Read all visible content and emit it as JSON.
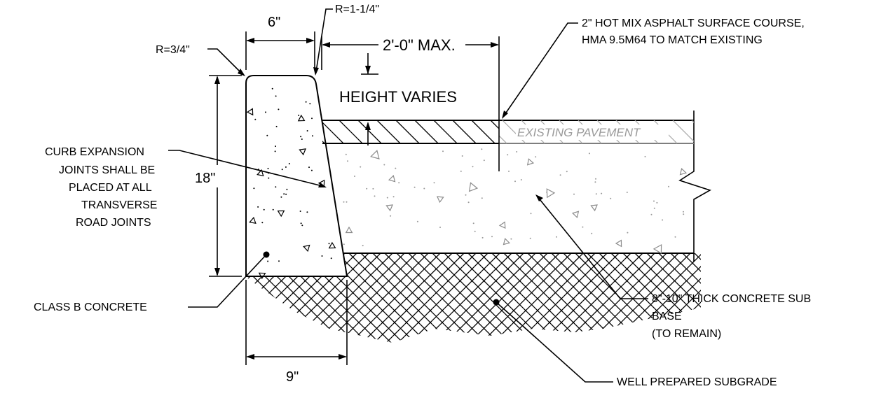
{
  "labels": {
    "top_width": "6\"",
    "radius_left": "R=3/4\"",
    "radius_right": "R=1-1/4\"",
    "max_offset": "2'-0\" MAX.",
    "height_varies": "HEIGHT VARIES",
    "curb_height": "18\"",
    "base_width": "9\"",
    "asphalt_line1": "2\" HOT MIX ASPHALT SURFACE COURSE,",
    "asphalt_line2": "HMA 9.5M64 TO MATCH EXISTING",
    "existing_pavement": "EXISTING PAVEMENT",
    "joints_line1": "CURB EXPANSION",
    "joints_line2": "JOINTS SHALL BE",
    "joints_line3": "PLACED AT ALL",
    "joints_line4": "TRANSVERSE",
    "joints_line5": "ROAD JOINTS",
    "concrete": "CLASS B CONCRETE",
    "subbase_line1": "8\"-10\" THICK CONCRETE SUB",
    "subbase_line2": "BASE",
    "subbase_line3": "(TO REMAIN)",
    "subgrade": "WELL PREPARED SUBGRADE"
  }
}
